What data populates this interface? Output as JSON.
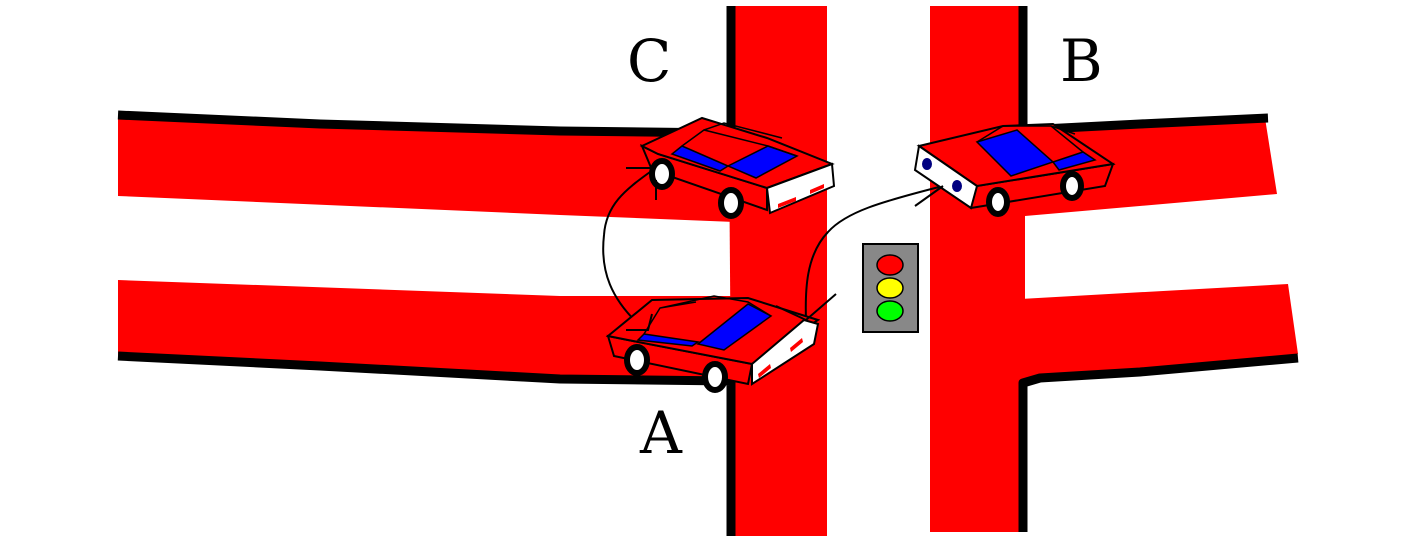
{
  "labels": {
    "car_a": "A",
    "car_b": "B",
    "car_c": "C"
  },
  "colors": {
    "road": "#ff0000",
    "curb": "#000000",
    "car_body": "#ff0000",
    "car_window": "#0000ff",
    "traffic_light_housing": "#888888",
    "light_red": "#ff0000",
    "light_yellow": "#ffff00",
    "light_green": "#00ff00",
    "headlight": "#000080"
  },
  "icons": {
    "car_a": "car-icon",
    "car_b": "car-icon",
    "car_c": "car-icon",
    "signal": "traffic-light-icon"
  }
}
